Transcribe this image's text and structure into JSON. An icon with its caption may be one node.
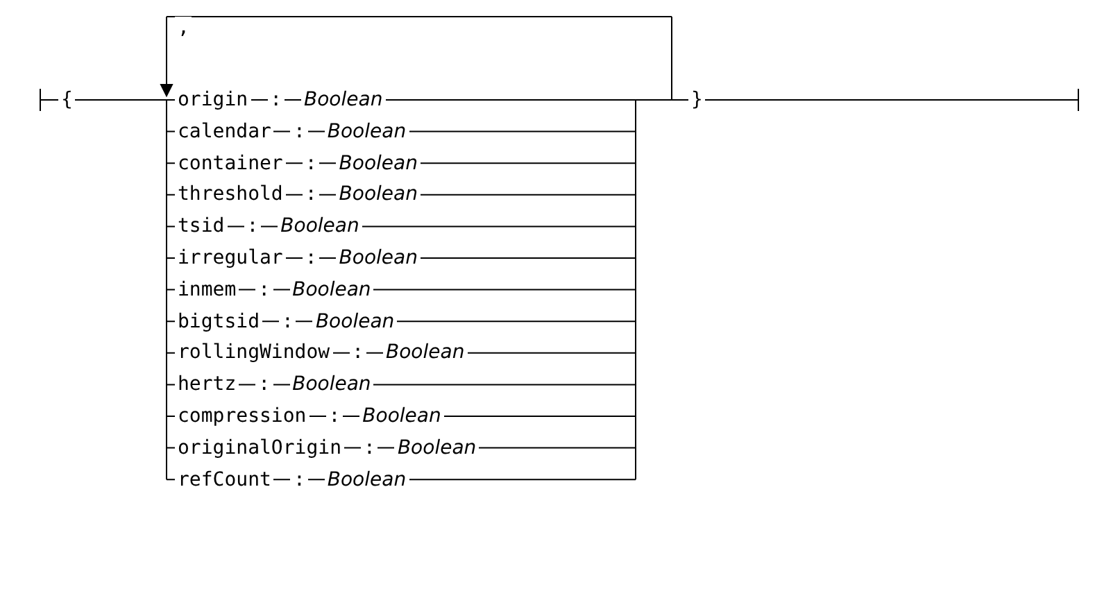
{
  "diagram": {
    "labels": [
      ",",
      "{",
      "origin",
      ":",
      "Boolean",
      "calendar",
      ":",
      "Boolean",
      "container",
      ":",
      "Boolean",
      "threshold",
      ":",
      "Boolean",
      "tsid",
      ":",
      "Boolean",
      "irregular",
      ":",
      "Boolean",
      "inmem",
      ":",
      "Boolean",
      "bigtsid",
      ":",
      "Boolean",
      "rollingWindow",
      ":",
      "Boolean",
      "hertz",
      ":",
      "Boolean",
      "compression",
      ":",
      "Boolean",
      "originalOrigin",
      ":",
      "Boolean",
      "refCount",
      ":",
      "Boolean",
      "}"
    ]
  }
}
